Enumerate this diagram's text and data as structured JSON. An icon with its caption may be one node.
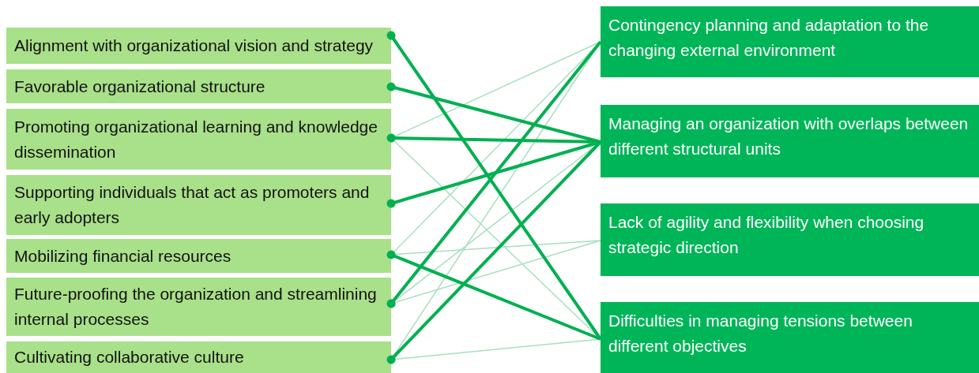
{
  "diagram": {
    "nodes": [
      {
        "text": [
          "Alignment with organizational vision and strategy"
        ]
      },
      {
        "text": [
          "Favorable organizational structure"
        ]
      },
      {
        "text": [
          "Promoting organizational learning and knowledge dissemination"
        ]
      },
      {
        "text": [
          "Supporting individuals that act as promoters and early adopters"
        ]
      },
      {
        "text": [
          "Mobilizing financial resources"
        ]
      },
      {
        "text": [
          "Future-proofing the organization and streamlining internal processes"
        ]
      },
      {
        "text": [
          "Cultivating collaborative culture"
        ]
      },
      {
        "text": [
          "Contingency planning and adaptation to the changing external environment"
        ]
      },
      {
        "text": [
          "Managing an organization with overlaps between different structural units"
        ]
      },
      {
        "text": [
          "Lack of agility and flexibility when choosing strategic direction"
        ]
      },
      {
        "text": [
          "Difficulties in managing tensions between different objectives"
        ]
      }
    ],
    "edges": [
      {
        "from": 0,
        "to": 10,
        "arrow": "other",
        "style": "thick",
        "color": "#00b050"
      },
      {
        "from": 1,
        "to": 8,
        "arrow": "other",
        "style": "thick",
        "color": "#00b050"
      },
      {
        "from": 2,
        "to": 7,
        "arrow": "other",
        "color": "#a8dfbf"
      },
      {
        "from": 2,
        "to": 8,
        "arrow": "other",
        "style": "thick",
        "color": "#00b050"
      },
      {
        "from": 2,
        "to": 10,
        "arrow": "other",
        "color": "#a8dfbf"
      },
      {
        "from": 3,
        "to": 8,
        "arrow": "other",
        "style": "thick",
        "color": "#00b050"
      },
      {
        "from": 4,
        "to": 7,
        "arrow": "other",
        "color": "#a8dfbf"
      },
      {
        "from": 4,
        "to": 9,
        "arrow": "other",
        "color": "#a8dfbf"
      },
      {
        "from": 4,
        "to": 10,
        "arrow": "other",
        "style": "thick",
        "color": "#00b050"
      },
      {
        "from": 5,
        "to": 7,
        "arrow": "other",
        "style": "thick",
        "color": "#00b050"
      },
      {
        "from": 5,
        "to": 8,
        "arrow": "other",
        "color": "#a8dfbf"
      },
      {
        "from": 5,
        "to": 9,
        "arrow": "other",
        "color": "#a8dfbf"
      },
      {
        "from": 6,
        "to": 7,
        "arrow": "other",
        "color": "#a8dfbf"
      },
      {
        "from": 6,
        "to": 8,
        "arrow": "other",
        "style": "thick",
        "color": "#00b050"
      },
      {
        "from": 6,
        "to": 10,
        "arrow": "other",
        "color": "#a8dfbf"
      }
    ]
  }
}
